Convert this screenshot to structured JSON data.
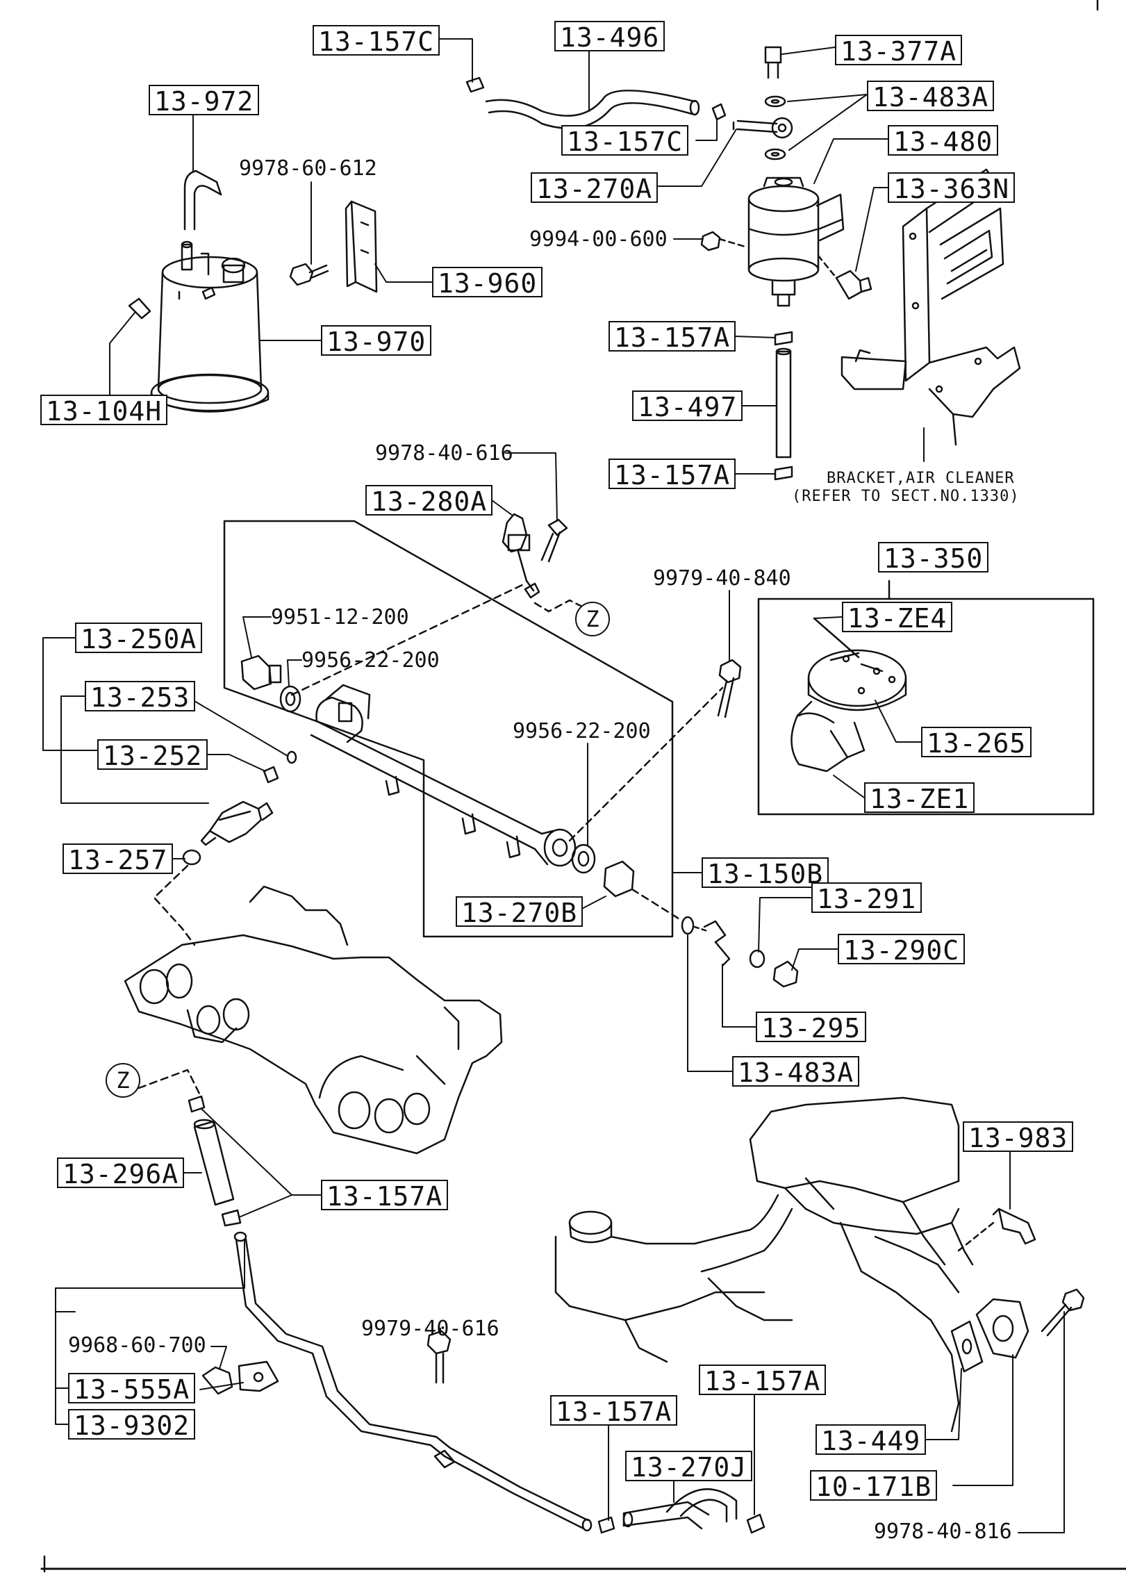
{
  "labels": {
    "l13_157C_a": "13-157C",
    "l13_496": "13-496",
    "l13_377A": "13-377A",
    "l13_483A_a": "13-483A",
    "l13_157C_b": "13-157C",
    "l13_480": "13-480",
    "l13_270A": "13-270A",
    "l13_363N": "13-363N",
    "l13_972": "13-972",
    "l13_960": "13-960",
    "l13_970": "13-970",
    "l13_104H": "13-104H",
    "l13_157A_a": "13-157A",
    "l13_497": "13-497",
    "l13_157A_b": "13-157A",
    "l13_280A": "13-280A",
    "l13_350": "13-350",
    "l13_ZE4": "13-ZE4",
    "l13_265": "13-265",
    "l13_ZE1": "13-ZE1",
    "l13_250A": "13-250A",
    "l13_253": "13-253",
    "l13_252": "13-252",
    "l13_150B": "13-150B",
    "l13_257": "13-257",
    "l13_270B": "13-270B",
    "l13_291": "13-291",
    "l13_290C": "13-290C",
    "l13_295": "13-295",
    "l13_483A_b": "13-483A",
    "l13_983": "13-983",
    "l13_296A": "13-296A",
    "l13_157A_c": "13-157A",
    "l13_555A": "13-555A",
    "l13_9302": "13-9302",
    "l13_157A_d": "13-157A",
    "l13_157A_e": "13-157A",
    "l13_270J": "13-270J",
    "l13_449": "13-449",
    "l10_171B": "10-171B"
  },
  "plain_labels": {
    "p9978_60_612": "9978-60-612",
    "p9994_00_600": "9994-00-600",
    "p9978_40_616": "9978-40-616",
    "p9979_40_840": "9979-40-840",
    "p9951_12_200": "9951-12-200",
    "p9956_22_200_a": "9956-22-200",
    "p9956_22_200_b": "9956-22-200",
    "p9968_60_700": "9968-60-700",
    "p9979_40_616": "9979-40-616",
    "p9978_40_816": "9978-40-816"
  },
  "notes": {
    "bracket_line1": "BRACKET,AIR CLEANER",
    "bracket_line2": "(REFER TO SECT.NO.1330)"
  },
  "markers": {
    "z_upper": "Z",
    "z_lower": "Z"
  }
}
